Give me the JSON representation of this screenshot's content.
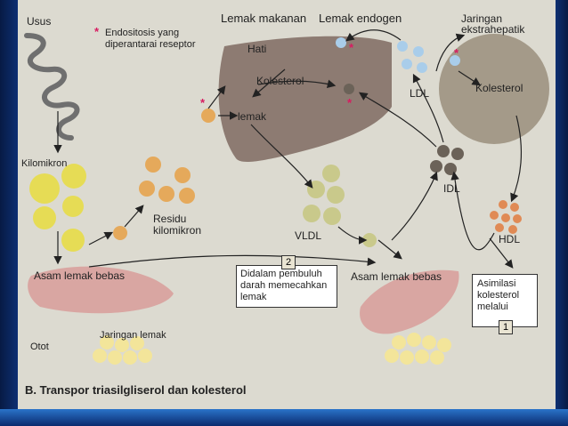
{
  "labels": {
    "usus": "Usus",
    "lemak_makanan": "Lemak makanan",
    "lemak_endogen": "Lemak endogen",
    "jaringan_ekstrahepatik_1": "Jaringan",
    "jaringan_ekstrahepatik_2": "ekstrahepatik",
    "endositosis_1": "Endositosis yang",
    "endositosis_2": "diperantarai reseptor",
    "hati": "Hati",
    "kolesterol_hati": "Kolesterol",
    "ldl": "LDL",
    "kolesterol_jaringan": "Kolesterol",
    "lemak": "lemak",
    "kilomikron": "Kilomikron",
    "residu_1": "Residu",
    "residu_2": "kilomikron",
    "idl": "IDL",
    "vldl": "VLDL",
    "hdl": "HDL",
    "asam_lemak_bebas_kiri": "Asam lemak bebas",
    "asam_lemak_bebas_kanan": "Asam lemak bebas",
    "pembuluh_1": "Didalam pembuluh",
    "pembuluh_2": "darah memecahkan",
    "pembuluh_3": "lemak",
    "asimilasi_1": "Asimilasi",
    "asimilasi_2": "kolesterol",
    "asimilasi_3": "melalui",
    "otot": "Otot",
    "jaringan_lemak": "Jaringan lemak",
    "caption": "B. Transpor triasilgliserol dan kolesterol",
    "num1": "1",
    "num2": "2",
    "star": "*"
  },
  "colors": {
    "slide_bg": "#dcdad0",
    "liver": "#8d7b72",
    "muscle": "#d9a6a2",
    "chylomicron": "#e6dc55",
    "residu": "#e5a95b",
    "vldl": "#c9c98b",
    "ldl": "#a9cdea",
    "idl": "#6b6258",
    "hdl": "#e08a55",
    "fat_cell": "#f3e59a",
    "star": "#d81b60",
    "frame": "#0a1f4f"
  }
}
